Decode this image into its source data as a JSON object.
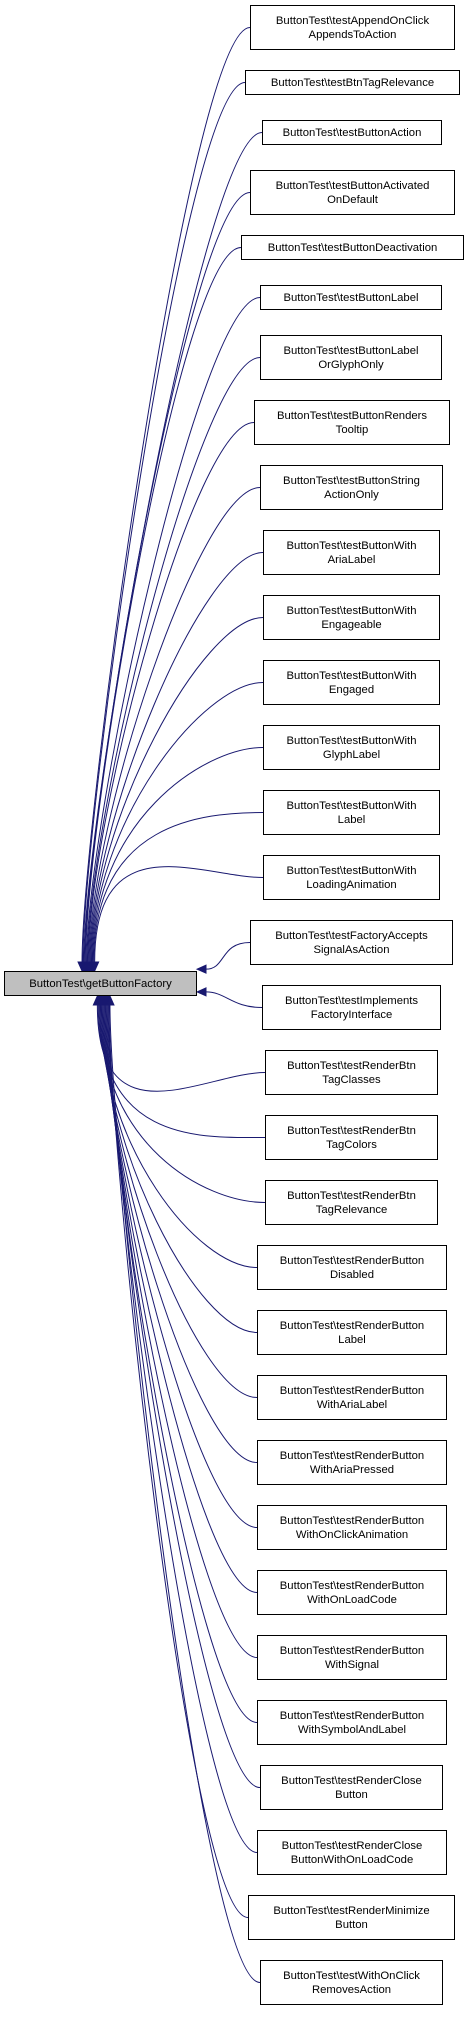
{
  "graph": {
    "edge_color": "#191970",
    "root": {
      "label": "ButtonTest\\getButtonFactory",
      "fill": "#bfbfbf"
    },
    "callers": [
      {
        "lines": [
          "ButtonTest\\testAppendOnClick",
          "AppendsToAction"
        ]
      },
      {
        "lines": [
          "ButtonTest\\testBtnTagRelevance"
        ]
      },
      {
        "lines": [
          "ButtonTest\\testButtonAction"
        ]
      },
      {
        "lines": [
          "ButtonTest\\testButtonActivated",
          "OnDefault"
        ]
      },
      {
        "lines": [
          "ButtonTest\\testButtonDeactivation"
        ]
      },
      {
        "lines": [
          "ButtonTest\\testButtonLabel"
        ]
      },
      {
        "lines": [
          "ButtonTest\\testButtonLabel",
          "OrGlyphOnly"
        ]
      },
      {
        "lines": [
          "ButtonTest\\testButtonRenders",
          "Tooltip"
        ]
      },
      {
        "lines": [
          "ButtonTest\\testButtonString",
          "ActionOnly"
        ]
      },
      {
        "lines": [
          "ButtonTest\\testButtonWith",
          "AriaLabel"
        ]
      },
      {
        "lines": [
          "ButtonTest\\testButtonWith",
          "Engageable"
        ]
      },
      {
        "lines": [
          "ButtonTest\\testButtonWith",
          "Engaged"
        ]
      },
      {
        "lines": [
          "ButtonTest\\testButtonWith",
          "GlyphLabel"
        ]
      },
      {
        "lines": [
          "ButtonTest\\testButtonWith",
          "Label"
        ]
      },
      {
        "lines": [
          "ButtonTest\\testButtonWith",
          "LoadingAnimation"
        ]
      },
      {
        "lines": [
          "ButtonTest\\testFactoryAccepts",
          "SignalAsAction"
        ]
      },
      {
        "lines": [
          "ButtonTest\\testImplements",
          "FactoryInterface"
        ]
      },
      {
        "lines": [
          "ButtonTest\\testRenderBtn",
          "TagClasses"
        ]
      },
      {
        "lines": [
          "ButtonTest\\testRenderBtn",
          "TagColors"
        ]
      },
      {
        "lines": [
          "ButtonTest\\testRenderBtn",
          "TagRelevance"
        ]
      },
      {
        "lines": [
          "ButtonTest\\testRenderButton",
          "Disabled"
        ]
      },
      {
        "lines": [
          "ButtonTest\\testRenderButton",
          "Label"
        ]
      },
      {
        "lines": [
          "ButtonTest\\testRenderButton",
          "WithAriaLabel"
        ]
      },
      {
        "lines": [
          "ButtonTest\\testRenderButton",
          "WithAriaPressed"
        ]
      },
      {
        "lines": [
          "ButtonTest\\testRenderButton",
          "WithOnClickAnimation"
        ]
      },
      {
        "lines": [
          "ButtonTest\\testRenderButton",
          "WithOnLoadCode"
        ]
      },
      {
        "lines": [
          "ButtonTest\\testRenderButton",
          "WithSignal"
        ]
      },
      {
        "lines": [
          "ButtonTest\\testRenderButton",
          "WithSymbolAndLabel"
        ]
      },
      {
        "lines": [
          "ButtonTest\\testRenderClose",
          "Button"
        ]
      },
      {
        "lines": [
          "ButtonTest\\testRenderClose",
          "ButtonWithOnLoadCode"
        ]
      },
      {
        "lines": [
          "ButtonTest\\testRenderMinimize",
          "Button"
        ]
      },
      {
        "lines": [
          "ButtonTest\\testWithOnClick",
          "RemovesAction"
        ]
      }
    ]
  }
}
